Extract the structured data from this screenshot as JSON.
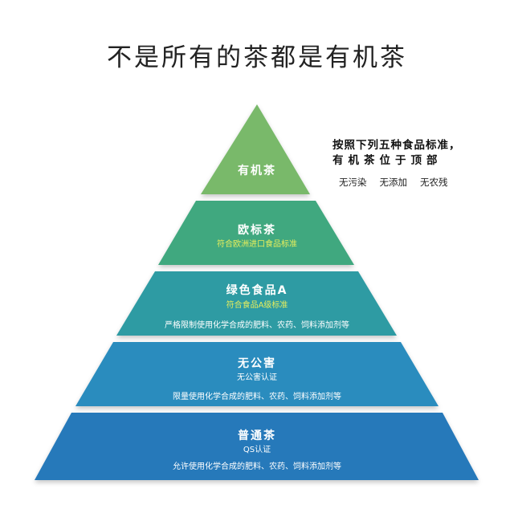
{
  "title": "不是所有的茶都是有机茶",
  "colors": {
    "tier1": "#79b96b",
    "tier2": "#3fa87f",
    "tier3": "#2f9ba3",
    "tier4": "#2c8cbe",
    "tier5": "#2879ba",
    "tier1_subtext": "#ffffff",
    "tier2_subtext": "#e7ee5c",
    "tier3_subtext": "#e7ee5c"
  },
  "tiers": [
    {
      "title": "有机茶"
    },
    {
      "title": "欧标茶",
      "subtitle": "符合欧洲进口食品标准"
    },
    {
      "title": "绿色食品A",
      "subtitle": "符合食品A级标准",
      "note": "严格限制使用化学合成的肥料、农药、饲料添加剂等"
    },
    {
      "title": "无公害",
      "subtitle": "无公害认证",
      "note": "限量使用化学合成的肥料、农药、饲料添加剂等"
    },
    {
      "title": "普通茶",
      "subtitle": "QS认证",
      "note": "允许使用化学合成的肥料、农药、饲料添加剂等"
    }
  ],
  "side_note": {
    "line1": "按照下列五种食品标准，",
    "line2": "有机茶位于顶部",
    "criteria": [
      "无污染",
      "无添加",
      "无农残"
    ]
  }
}
